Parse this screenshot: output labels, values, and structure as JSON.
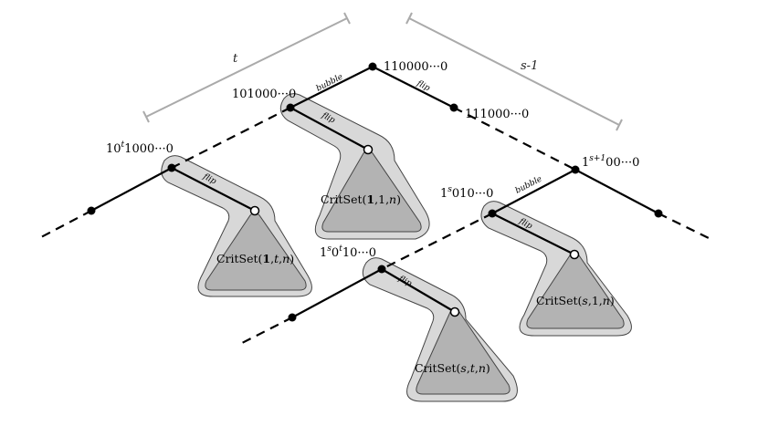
{
  "nodes": {
    "root": "110000···0",
    "n101": "101000···0",
    "n111": "111000···0",
    "n10t_base": "10",
    "n10t_exp": "t",
    "n10t_rest": "1000···0",
    "n1s1_base": "1",
    "n1s1_exp": "s+1",
    "n1s1_rest": "00···0",
    "n1s010_base": "1",
    "n1s010_exp": "s",
    "n1s010_rest": "010···0",
    "n1s0t_base": "1",
    "n1s0t_exp1": "s",
    "n1s0t_mid": "0",
    "n1s0t_exp2": "t",
    "n1s0t_rest": "10···0"
  },
  "edges": {
    "bubble": "bubble",
    "flip": "flip"
  },
  "spans": {
    "t": "t",
    "s_minus_1": "s-1"
  },
  "triangles": {
    "crit_prefix": "CritSet(",
    "crit_suffix": ")",
    "comma": ",",
    "one_bold": "1",
    "one": "1",
    "n": "n",
    "s": "s",
    "t": "t"
  }
}
